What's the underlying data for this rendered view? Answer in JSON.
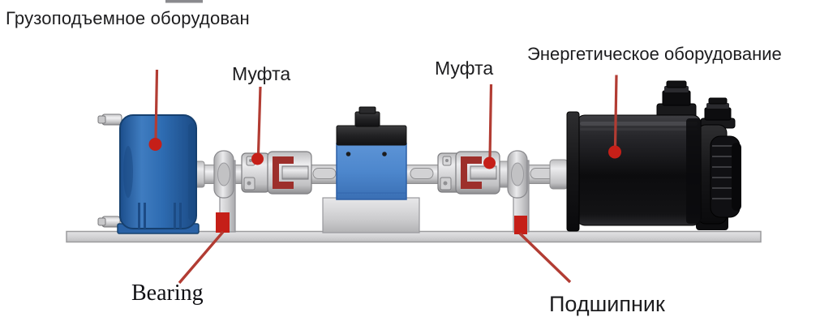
{
  "diagram": {
    "title": "Грузоподъемное оборудован",
    "labels": {
      "coupling_left": "Муфта",
      "coupling_right": "Муфта",
      "power_equipment": "Энергетическое оборудование",
      "bearing_en": "Bearing",
      "bearing_ru": "Подшипник"
    },
    "colors": {
      "annotation_marker_red": "#c51f18",
      "annotation_line_red": "#b23c33",
      "gearbox_blue": "#2e6cb2",
      "sensor_blue": "#4d87cd",
      "coupling_spider_red": "#9d2f2b",
      "motor_black": "#131315",
      "baseplate_gray": "#d5d5d7"
    },
    "components": {
      "lifting_equipment": "gearbox",
      "couplings": 2,
      "bearing_pedestals": 2,
      "center_instrument": "torque-sensor",
      "power_equipment": "servo-motor",
      "base": "baseplate"
    }
  }
}
